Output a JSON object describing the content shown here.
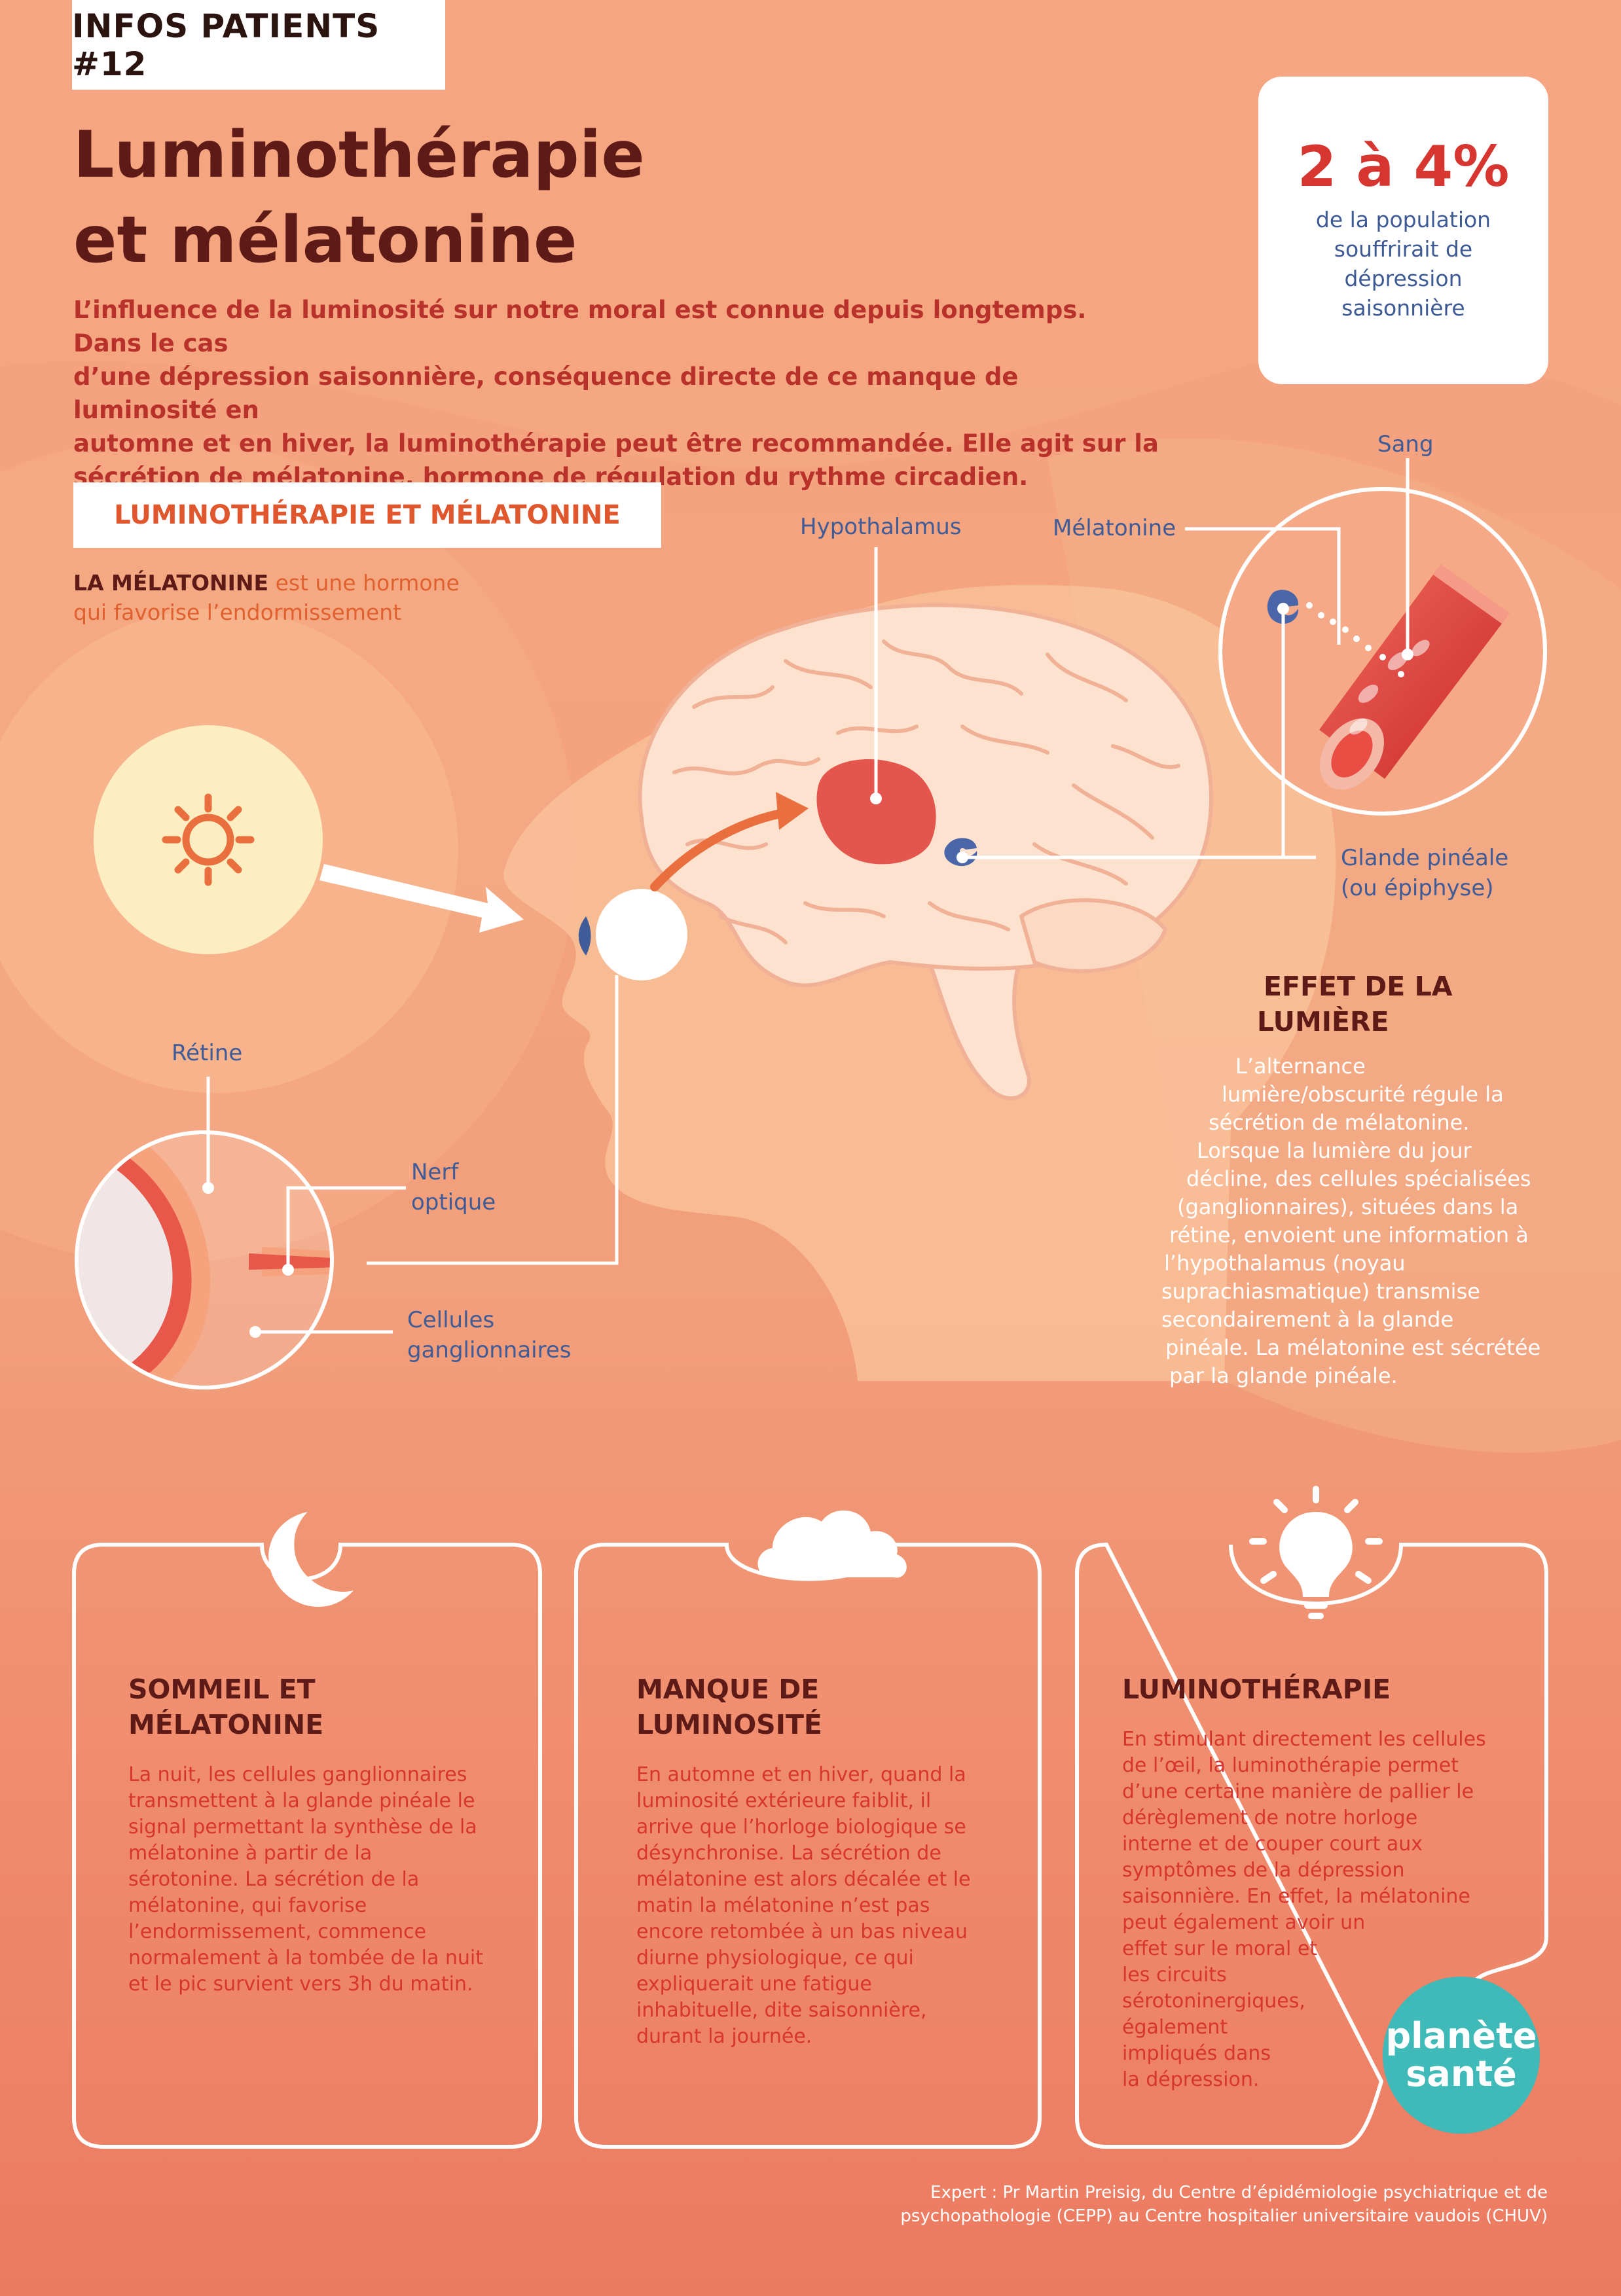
{
  "header": {
    "series_tag": "INFOS PATIENTS #12",
    "title_line1": "Luminothérapie",
    "title_line2": "et mélatonine",
    "intro_lines": [
      "L’influence de la luminosité sur notre moral est connue depuis longtemps. Dans le cas",
      "d’une dépression saisonnière, conséquence directe de ce manque de luminosité en",
      "automne et en hiver, la luminothérapie peut être recommandée. Elle agit sur la",
      "sécrétion de mélatonine, hormone de régulation du rythme circadien."
    ]
  },
  "stat": {
    "value": "2 à 4%",
    "desc_lines": [
      "de la population",
      "souffrirait de",
      "dépression",
      "saisonnière"
    ]
  },
  "section": {
    "banner": "LUMINOTHÉRAPIE ET MÉLATONINE",
    "note_bold": "LA MÉLATONINE",
    "note_rest_line1": " est une hormone",
    "note_line2": "qui favorise l’endormissement"
  },
  "diagram_labels": {
    "hypothalamus": "Hypothalamus",
    "melatonine": "Mélatonine",
    "sang": "Sang",
    "glande_line1": "Glande pinéale",
    "glande_line2": "(ou épiphyse)",
    "retine": "Rétine",
    "nerf_line1": "Nerf",
    "nerf_line2": "optique",
    "cellules_line1": "Cellules",
    "cellules_line2": "ganglionnaires"
  },
  "effect": {
    "title_line1": "EFFET DE LA",
    "title_line2": "LUMIÈRE",
    "lines": [
      "L’alternance",
      "lumière/obscurité régule la",
      "sécrétion de mélatonine.",
      "Lorsque la lumière du jour",
      "décline, des cellules spécialisées",
      "(ganglionnaires), situées dans la",
      "rétine, envoient une information à",
      "l’hypothalamus (noyau",
      "suprachiasmatique) transmise",
      "secondairement à la glande",
      "pinéale. La mélatonine est sécrétée",
      "par la glande pinéale."
    ]
  },
  "cards": [
    {
      "icon": "moon-icon",
      "title_lines": [
        "SOMMEIL ET",
        "MÉLATONINE"
      ],
      "body_lines": [
        "La nuit, les cellules ganglionnaires",
        "transmettent à la glande pinéale le",
        "signal permettant la synthèse de la",
        "mélatonine à partir de la",
        "sérotonine. La sécrétion de la",
        "mélatonine, qui favorise",
        "l’endormissement, commence",
        "normalement à la tombée de la nuit",
        "et le pic survient vers 3h du matin."
      ]
    },
    {
      "icon": "cloud-icon",
      "title_lines": [
        "MANQUE DE",
        "LUMINOSITÉ"
      ],
      "body_lines": [
        "En automne et en hiver, quand la",
        "luminosité extérieure faiblit, il",
        "arrive que l’horloge biologique se",
        "désynchronise. La sécrétion de",
        "mélatonine est alors décalée et le",
        "matin la mélatonine n’est pas",
        "encore retombée à un bas niveau",
        "diurne physiologique, ce qui",
        "expliquerait une fatigue",
        "inhabituelle, dite saisonnière,",
        "durant la journée."
      ]
    },
    {
      "icon": "light-bulb-icon",
      "title_lines": [
        "LUMINOTHÉRAPIE"
      ],
      "body_lines": [
        "En stimulant directement les cellules",
        "de l’œil, la luminothérapie permet",
        "d’une certaine manière de pallier le",
        "dérèglement de notre horloge",
        "interne et de couper court aux",
        "symptômes de la dépression",
        "saisonnière. En effet, la mélatonine",
        "peut également avoir un",
        "effet sur le moral et",
        "les circuits",
        "sérotoninergiques,",
        "également",
        "impliqués dans",
        "la dépression."
      ]
    }
  ],
  "logo": {
    "line1": "planète",
    "line2": "santé"
  },
  "credit": {
    "line1": "Expert :  Pr Martin Preisig, du Centre d’épidémiologie psychiatrique et de",
    "line2": "psychopathologie (CEPP) au Centre hospitalier universitaire vaudois (CHUV)"
  },
  "colors": {
    "background": "#f39d7e",
    "title": "#5e1a16",
    "accent_red": "#d7352f",
    "label_blue": "#3f5b98",
    "brain": "#fde3cf",
    "hypothalamus": "#e4564d",
    "sun_disc": "#fdeec2",
    "logo_teal": "#3fbab8"
  }
}
